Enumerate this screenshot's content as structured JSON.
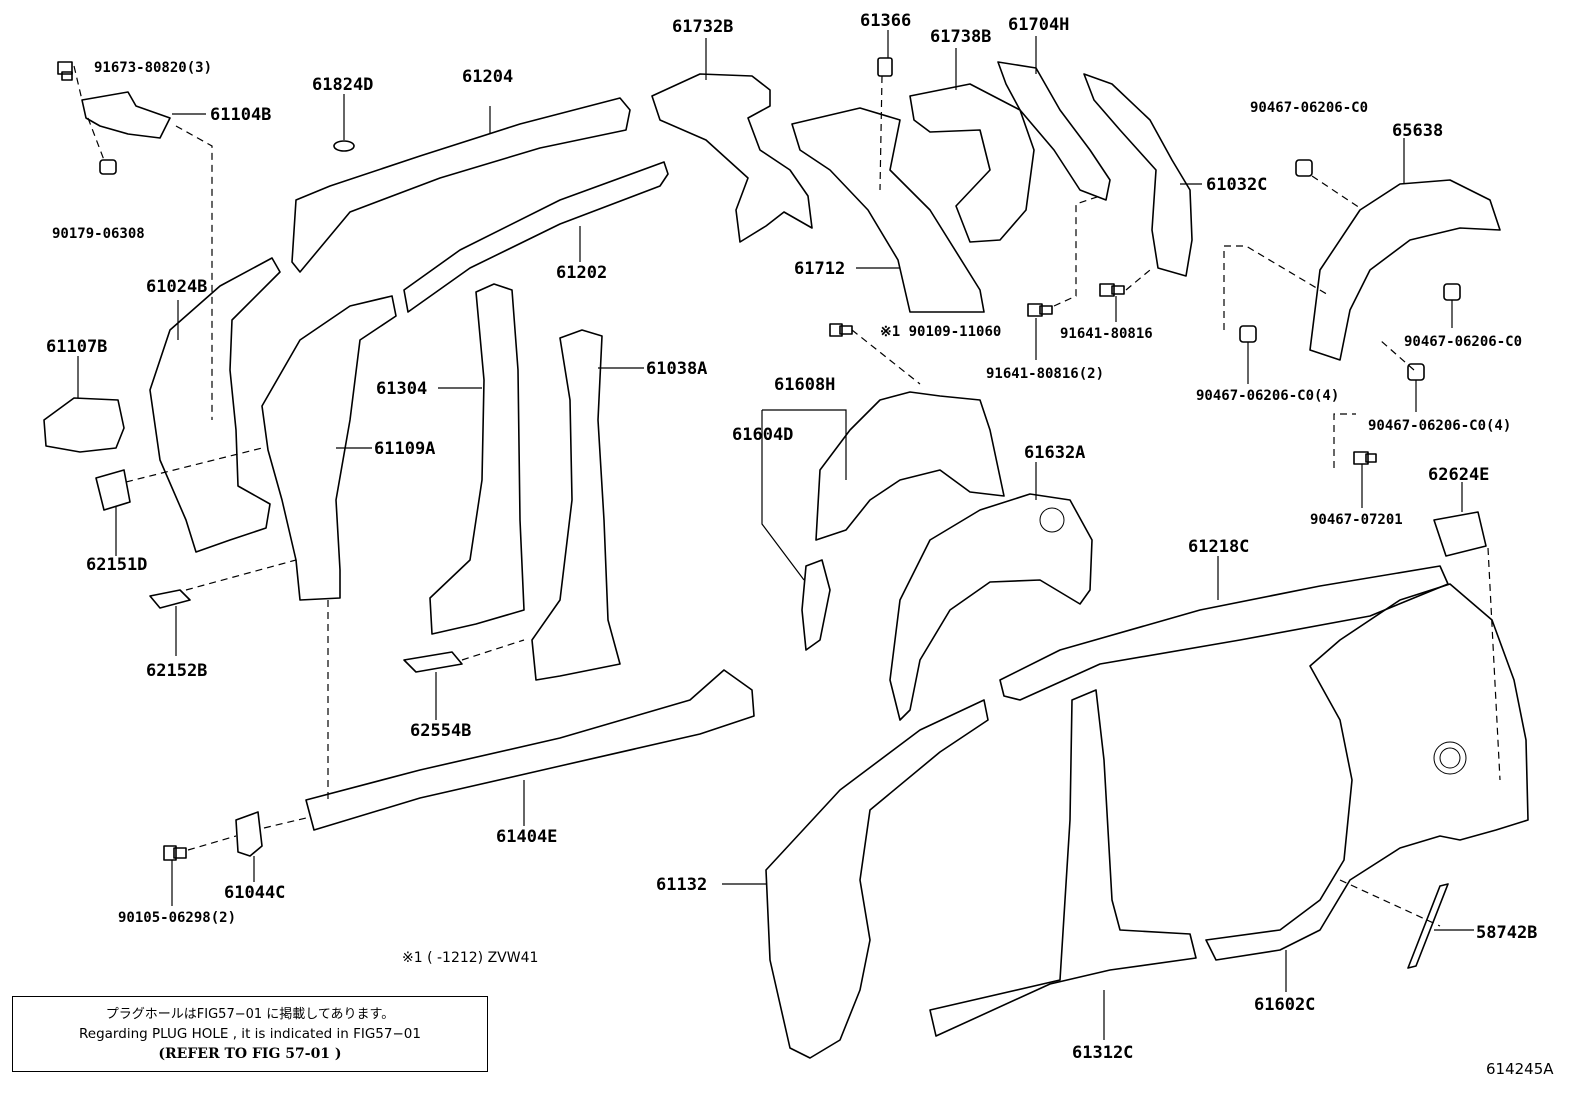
{
  "figure_code": "614245A",
  "footnote": "※1 (      -1212) ZVW41",
  "note": {
    "line1": "プラグホールはFIG57−01 に掲載してあります。",
    "line2": "Regarding  PLUG HOLE , it is indicated in  FIG57−01",
    "line3": "(REFER TO FIG 57-01 )"
  },
  "labels": {
    "p91673": "91673-80820(3)",
    "p61104B": "61104B",
    "p90179": "90179-06308",
    "p61824D": "61824D",
    "p61204": "61204",
    "p61024B": "61024B",
    "p61107B": "61107B",
    "p61202": "61202",
    "p61304": "61304",
    "p61109A": "61109A",
    "p61038A": "61038A",
    "p62151D": "62151D",
    "p62152B": "62152B",
    "p62554B": "62554B",
    "p61404E": "61404E",
    "p61044C": "61044C",
    "p90105": "90105-06298(2)",
    "p61732B": "61732B",
    "p61366": "61366",
    "p61738B": "61738B",
    "p61704H": "61704H",
    "p61712": "61712",
    "p61032C": "61032C",
    "p90109": "※1 90109-11060",
    "p91641a": "91641-80816",
    "p91641b": "91641-80816(2)",
    "p61608H": "61608H",
    "p61604D": "61604D",
    "p61632A": "61632A",
    "p90467a": "90467-06206-C0",
    "p65638": "65638",
    "p90467b": "90467-06206-C0",
    "p90467c": "90467-06206-C0(4)",
    "p90467d": "90467-06206-C0(4)",
    "p90467e": "90467-07201",
    "p62624E": "62624E",
    "p61218C": "61218C",
    "p61132": "61132",
    "p61312C": "61312C",
    "p61602C": "61602C",
    "p58742B": "58742B"
  }
}
